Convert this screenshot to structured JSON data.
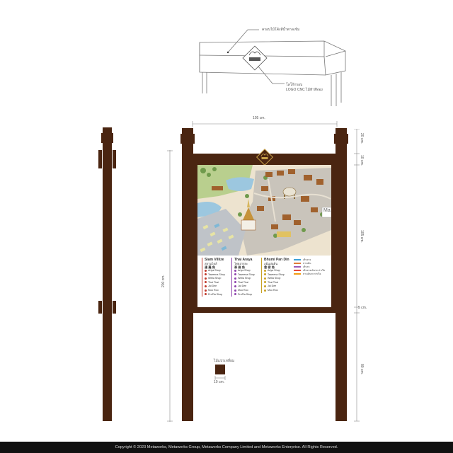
{
  "callouts": {
    "top_note": "ครอบไม้โค้งสีน้ำตาลเข้ม",
    "cnc_note_line1": "โลโก้กรอบ",
    "cnc_note_line2": "LOGO CNC ไม้ทำสีทอง"
  },
  "logo": {
    "text": "LOGO"
  },
  "dimensions": {
    "width": "105 cm.",
    "post_top": "20 cm.",
    "frame_top": "10 cm.",
    "board_height": "105 cm.",
    "bottom_gap": "5 cm.",
    "leg_height": "80 cm.",
    "overall_height": "200 cm."
  },
  "section": {
    "label": "ไม้แปรเหลี่ยม",
    "size": "10 cm."
  },
  "legend": {
    "columns": [
      {
        "title": "Siam Villize",
        "subtitle": "สยามวิลล์",
        "cjk": "暹 羅 角",
        "color": "#c0392b",
        "items": [
          "Ariya Shop",
          "Taweena Shop",
          "Wella Shop",
          "Thai Thai",
          "Jai Dee",
          "Moo Roo",
          "ProPla Shop"
        ]
      },
      {
        "title": "Thai Araya",
        "subtitle": "ไทยอารยะ",
        "cjk": "泰 雅 角",
        "color": "#8e44ad",
        "items": [
          "Ariya Shop",
          "Taweena Shop",
          "Wella Shop",
          "Thai Thai",
          "Jai Dee",
          "Moo Roo",
          "ProPla Shop"
        ]
      },
      {
        "title": "Bhumi Pan Din",
        "subtitle": "ภูมิแผ่นดิน",
        "cjk": "普 密 角",
        "color": "#c9a227",
        "items": [
          "Ariya Shop",
          "Taweena Shop",
          "Wella Shop",
          "Thai Thai",
          "Jai Dee",
          "Moo Roo"
        ]
      }
    ],
    "routes": [
      {
        "label": "เส้นทาง",
        "color": "#3aa0d8"
      },
      {
        "label": "ทางเดิน",
        "color": "#e07b39"
      },
      {
        "label": "เส้นรถ",
        "color": "#9b59b6"
      },
      {
        "label": "เส้นทางเดินรถ ท่าเรือ",
        "color": "#e74c3c"
      },
      {
        "label": "ทางเดินรถ ท่าเรือ",
        "color": "#f39c12"
      }
    ]
  },
  "map_sign": {
    "text": "Ma"
  },
  "footer": {
    "text": "Copyright © 2023 Metaworks, Metaworks Group, Metaworks Company Limited and Metaworks Enterprise. All Rights Reserved."
  },
  "colors": {
    "wood": "#4a2511",
    "gold": "#c8a24a"
  }
}
